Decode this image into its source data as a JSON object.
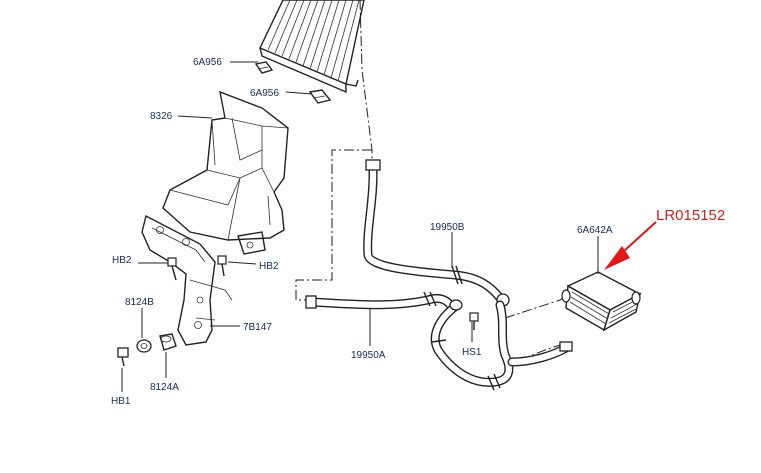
{
  "callouts": {
    "c_6a956_a": "6A956",
    "c_6a956_b": "6A956",
    "c_8326": "8326",
    "c_hb2_left": "HB2",
    "c_hb2_right": "HB2",
    "c_8124b": "8124B",
    "c_8124a": "8124A",
    "c_hb1": "HB1",
    "c_7b147": "7B147",
    "c_19950b": "19950B",
    "c_19950a": "19950A",
    "c_hs1": "HS1",
    "c_6a642a": "6A642A"
  },
  "part_number": "LR015152",
  "colors": {
    "callout_text": "#1a2a55",
    "part_number": "#d42020",
    "arrow": "#e01818",
    "line": "#222222"
  }
}
